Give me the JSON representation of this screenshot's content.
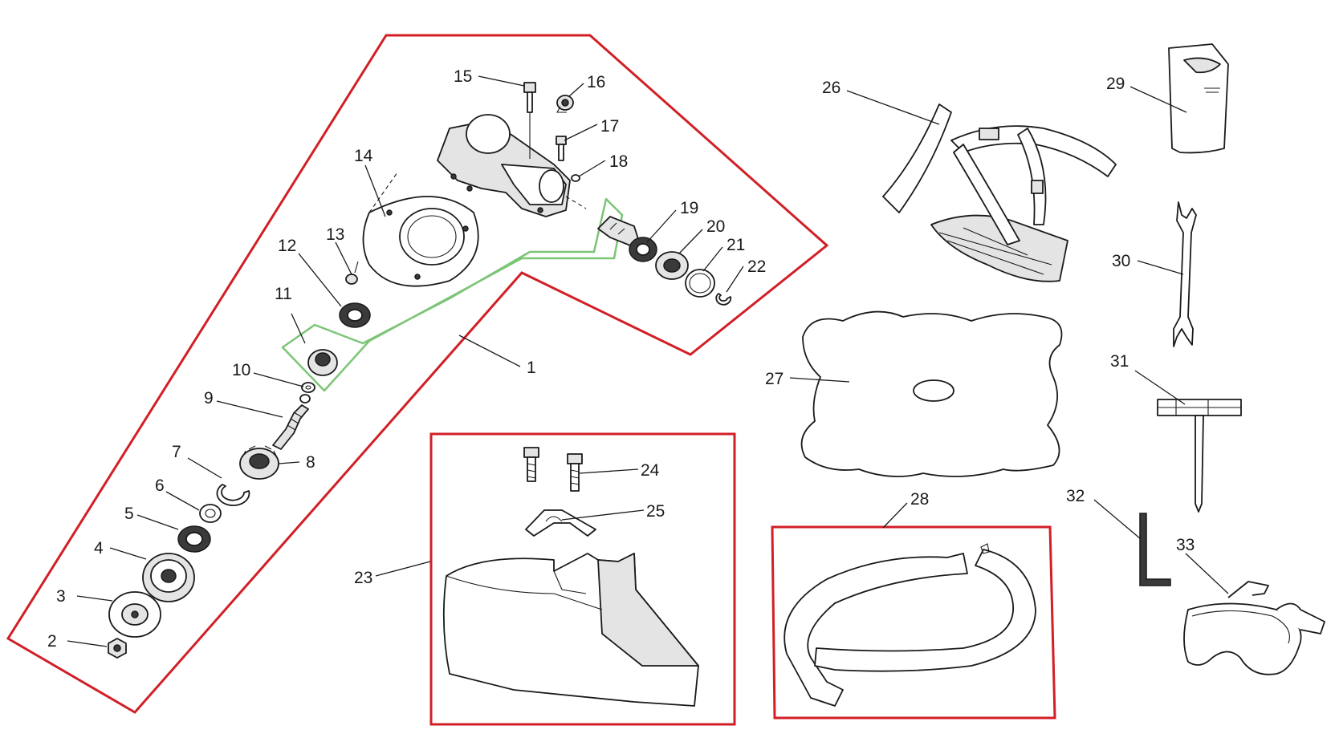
{
  "colors": {
    "assembly_outline": "#d21f26",
    "subassembly_outline": "#7cc576",
    "line_art": "#1a1a1a",
    "background": "#ffffff"
  },
  "callouts": [
    {
      "id": "1",
      "label": "1"
    },
    {
      "id": "2",
      "label": "2"
    },
    {
      "id": "3",
      "label": "3"
    },
    {
      "id": "4",
      "label": "4"
    },
    {
      "id": "5",
      "label": "5"
    },
    {
      "id": "6",
      "label": "6"
    },
    {
      "id": "7",
      "label": "7"
    },
    {
      "id": "8",
      "label": "8"
    },
    {
      "id": "9",
      "label": "9"
    },
    {
      "id": "10",
      "label": "10"
    },
    {
      "id": "11",
      "label": "11"
    },
    {
      "id": "12",
      "label": "12"
    },
    {
      "id": "13",
      "label": "13"
    },
    {
      "id": "14",
      "label": "14"
    },
    {
      "id": "15",
      "label": "15"
    },
    {
      "id": "16",
      "label": "16"
    },
    {
      "id": "17",
      "label": "17"
    },
    {
      "id": "18",
      "label": "18"
    },
    {
      "id": "19",
      "label": "19"
    },
    {
      "id": "20",
      "label": "20"
    },
    {
      "id": "21",
      "label": "21"
    },
    {
      "id": "22",
      "label": "22"
    },
    {
      "id": "23",
      "label": "23"
    },
    {
      "id": "24",
      "label": "24"
    },
    {
      "id": "25",
      "label": "25"
    },
    {
      "id": "26",
      "label": "26"
    },
    {
      "id": "27",
      "label": "27"
    },
    {
      "id": "28",
      "label": "28"
    },
    {
      "id": "29",
      "label": "29"
    },
    {
      "id": "30",
      "label": "30"
    },
    {
      "id": "31",
      "label": "31"
    },
    {
      "id": "32",
      "label": "32"
    },
    {
      "id": "33",
      "label": "33"
    }
  ]
}
